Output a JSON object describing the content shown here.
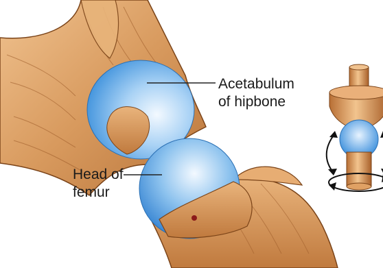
{
  "labels": {
    "acetabulum_line1": "Acetabulum",
    "acetabulum_line2": "of hipbone",
    "head_line1": "Head of",
    "head_line2": "femur"
  },
  "colors": {
    "bone_dark": "#b06a30",
    "bone_mid": "#d99a5c",
    "bone_light": "#f2c99a",
    "cartilage_dark": "#2f86d8",
    "cartilage_light": "#e9f4ff",
    "outline": "#6b3b16"
  }
}
